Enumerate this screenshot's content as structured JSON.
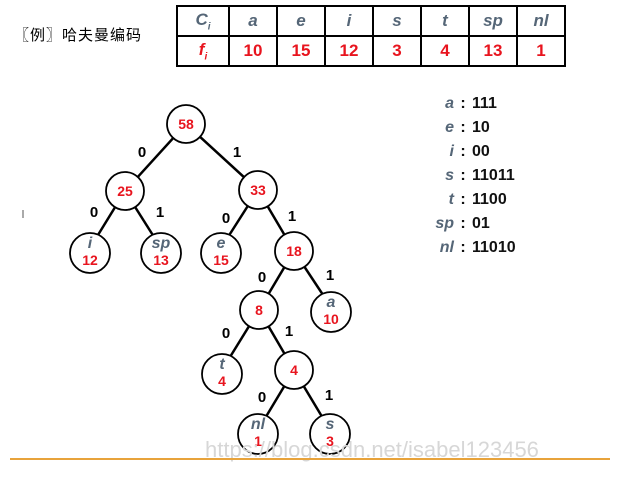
{
  "title": "〖例〗哈夫曼编码",
  "table": {
    "header_symbol": "C",
    "header_symbol_sub": "i",
    "header_freq": "f",
    "header_freq_sub": "i",
    "symbols": [
      "a",
      "e",
      "i",
      "s",
      "t",
      "sp",
      "nl"
    ],
    "freqs": [
      "10",
      "15",
      "12",
      "3",
      "4",
      "13",
      "1"
    ]
  },
  "tree": {
    "internal": [
      {
        "id": "n58",
        "value": "58"
      },
      {
        "id": "n25",
        "value": "25"
      },
      {
        "id": "n33",
        "value": "33"
      },
      {
        "id": "n18",
        "value": "18"
      },
      {
        "id": "n8",
        "value": "8"
      },
      {
        "id": "n4",
        "value": "4"
      }
    ],
    "leaves": [
      {
        "id": "li",
        "symbol": "i",
        "value": "12"
      },
      {
        "id": "lsp",
        "symbol": "sp",
        "value": "13"
      },
      {
        "id": "le",
        "symbol": "e",
        "value": "15"
      },
      {
        "id": "la",
        "symbol": "a",
        "value": "10"
      },
      {
        "id": "lt",
        "symbol": "t",
        "value": "4"
      },
      {
        "id": "lnl",
        "symbol": "nl",
        "value": "1"
      },
      {
        "id": "ls",
        "symbol": "s",
        "value": "3"
      }
    ],
    "edge_labels": [
      "0",
      "1",
      "0",
      "1",
      "0",
      "1",
      "0",
      "1",
      "0",
      "1",
      "0",
      "1"
    ]
  },
  "codes": [
    {
      "symbol": "a",
      "code": "111"
    },
    {
      "symbol": "e",
      "code": "10"
    },
    {
      "symbol": "i",
      "code": "00"
    },
    {
      "symbol": "s",
      "code": "11011"
    },
    {
      "symbol": "t",
      "code": "1100"
    },
    {
      "symbol": "sp",
      "code": "01"
    },
    {
      "symbol": "nl",
      "code": "11010"
    }
  ],
  "watermark": "https://blog.csdn.net/isabel123456",
  "colors": {
    "number": "#e8141e",
    "symbol": "#556677",
    "rule": "#e8a33b"
  }
}
